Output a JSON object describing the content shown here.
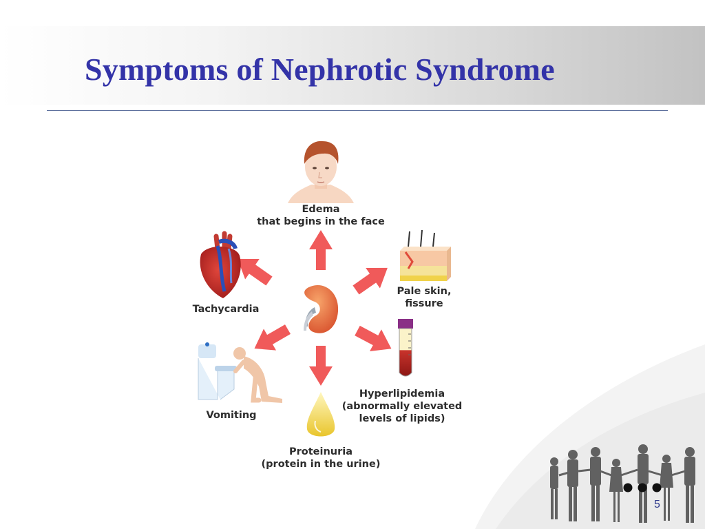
{
  "slide": {
    "title": "Symptoms of Nephrotic Syndrome",
    "page_number": "5"
  },
  "symptoms": [
    {
      "name": "Edema",
      "detail": "that begins in the face",
      "icon": "face-icon"
    },
    {
      "name": "Tachycardia",
      "detail": "",
      "icon": "heart-icon"
    },
    {
      "name": "Pale skin,",
      "detail": "fissure",
      "icon": "skin-layer-icon"
    },
    {
      "name": "Vomiting",
      "detail": "",
      "icon": "vomiting-person-icon"
    },
    {
      "name": "Hyperlipidemia",
      "detail": "(abnormally elevated",
      "detail2": "levels of lipids)",
      "icon": "blood-tube-icon"
    },
    {
      "name": "Proteinuria",
      "detail": "(protein in the urine)",
      "icon": "urine-drop-icon"
    }
  ],
  "center_icon": "kidney-icon",
  "colors": {
    "title": "#3333a8",
    "arrow": "#f05a5a",
    "rule": "#5b6e9c"
  }
}
